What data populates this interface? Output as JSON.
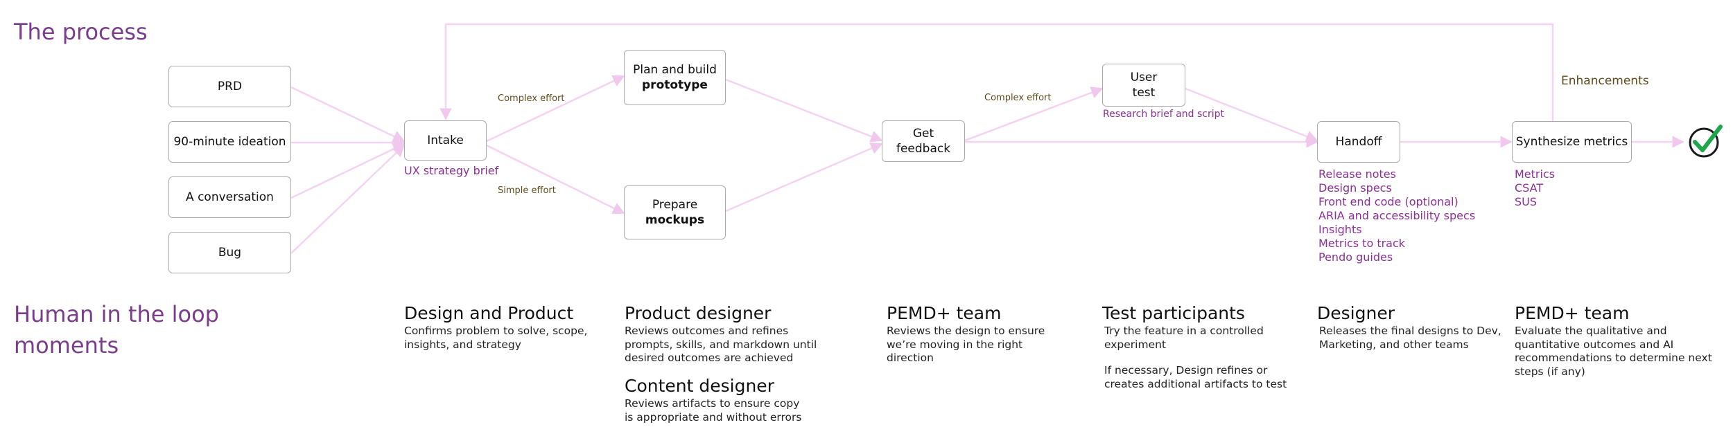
{
  "process_title": "The process",
  "hitl_title_line1": "Human in the loop",
  "hitl_title_line2": "moments",
  "inputs": [
    "PRD",
    "90-minute ideation",
    "A conversation",
    "Bug"
  ],
  "intake": {
    "label": "Intake",
    "note": "UX strategy brief"
  },
  "complex_effort_label": "Complex effort",
  "simple_effort_label": "Simple effort",
  "prototype": {
    "line1": "Plan and build",
    "line2": "prototype"
  },
  "mockups": {
    "line1": "Prepare",
    "line2": "mockups"
  },
  "feedback": {
    "line1": "Get",
    "line2": "feedback"
  },
  "complex_effort_label2": "Complex effort",
  "user_test": {
    "line1": "User",
    "line2": "test",
    "note": "Research brief and script"
  },
  "handoff": {
    "label": "Handoff",
    "outputs": [
      "Release notes",
      "Design specs",
      "Front end code (optional)",
      "ARIA and accessibility specs",
      "Insights",
      "Metrics to track",
      "Pendo guides"
    ]
  },
  "synthesize": {
    "label": "Synthesize metrics",
    "outputs": [
      "Metrics",
      "CSAT",
      "SUS"
    ]
  },
  "enhancements_label": "Enhancements",
  "roles": [
    {
      "title": "Design and Product",
      "desc": "Confirms problem to solve, scope, insights, and strategy"
    },
    {
      "title": "Product designer",
      "desc": "Reviews outcomes and refines prompts, skills, and markdown until desired outcomes are achieved"
    },
    {
      "title": "Content designer",
      "desc": "Reviews artifacts to ensure copy is appropriate and without errors"
    },
    {
      "title": "PEMD+ team",
      "desc": "Reviews the design to ensure we’re moving in the right direction"
    },
    {
      "title": "Test participants",
      "desc": "Try the feature in a controlled experiment",
      "desc2": "If necessary, Design refines or creates additional artifacts to test"
    },
    {
      "title": "Designer",
      "desc": "Releases the final designs to Dev, Marketing, and other teams"
    },
    {
      "title": "PEMD+ team",
      "desc": "Evaluate the qualitative and quantitative outcomes and AI recommendations to determine next steps (if any)"
    }
  ],
  "colors": {
    "accent_purple": "#7a3d8c",
    "output_purple": "#8a2f96",
    "connector_pink": "#f3d3f1",
    "label_brown": "#5f4a1a",
    "check_green": "#1fa64a"
  }
}
